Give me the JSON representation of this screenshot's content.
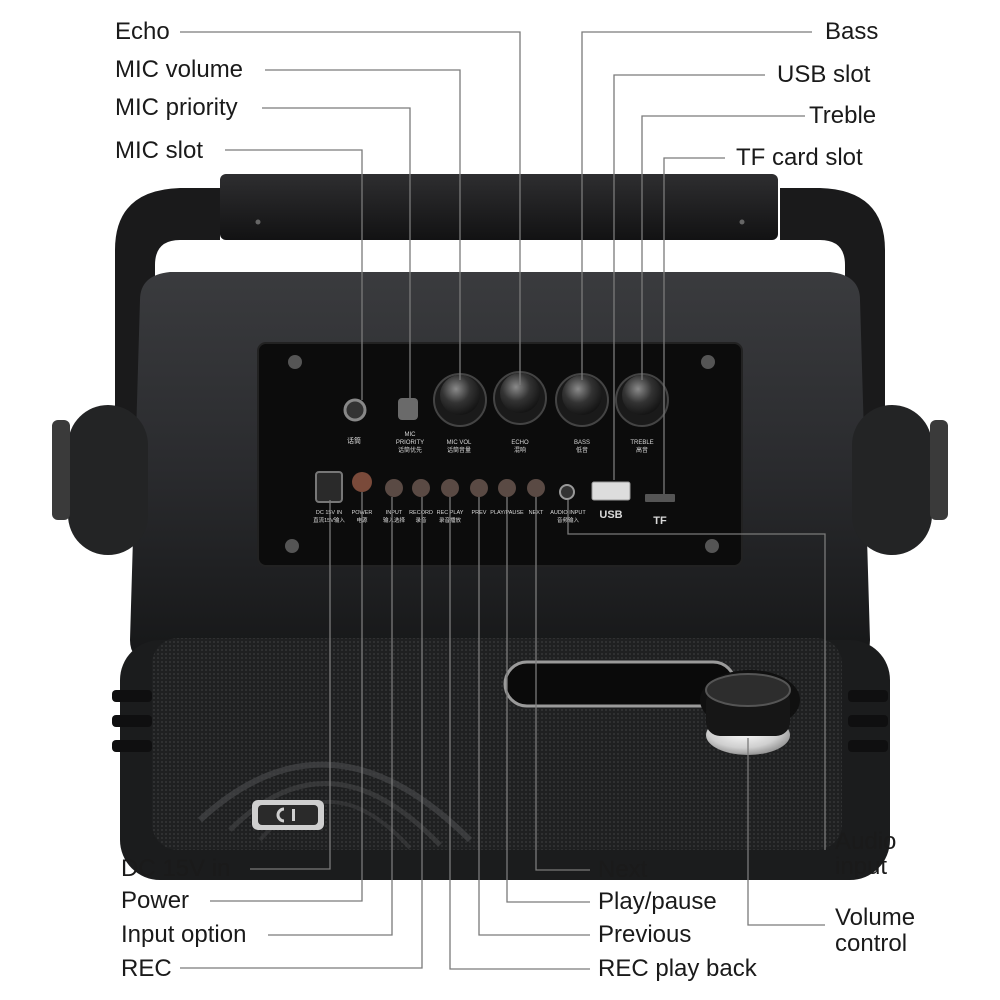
{
  "callouts": {
    "echo": "Echo",
    "mic_volume": "MIC volume",
    "mic_priority": "MIC priority",
    "mic_slot": "MIC slot",
    "bass": "Bass",
    "usb_slot": "USB slot",
    "treble": "Treble",
    "tf_card_slot": "TF card slot",
    "dc_in": "DC 15V in",
    "power": "Power",
    "input_option": "Input option",
    "rec": "REC",
    "next": "Next",
    "play_pause": "Play/pause",
    "previous": "Previous",
    "rec_play_back": "REC play back",
    "audio_input_1": "Audio",
    "audio_input_2": "input",
    "volume_control_1": "Volume",
    "volume_control_2": "control"
  },
  "panel": {
    "mic": "话筒",
    "mic_priority": "MIC",
    "mic_priority_2": "PRIORITY",
    "mic_priority_cn": "话筒优先",
    "mic_vol": "MIC VOL",
    "mic_vol_cn": "话筒音量",
    "echo": "ECHO",
    "echo_cn": "混响",
    "bass": "BASS",
    "bass_cn": "低音",
    "treble": "TREBLE",
    "treble_cn": "高音",
    "dc_in": "DC 15V IN",
    "dc_in_cn": "直流15V输入",
    "power": "POWER",
    "power_cn": "电源",
    "input": "INPUT",
    "input_cn": "输入选择",
    "record": "RECORD",
    "record_cn": "录音",
    "rec_play": "REC PLAY",
    "rec_play_cn": "录音播放",
    "prev": "PREV",
    "play_pause": "PLAY/PAUSE",
    "next": "NEXT",
    "audio_input": "AUDIO INPUT",
    "audio_input_cn": "音频输入",
    "usb": "USB",
    "tf": "TF"
  },
  "colors": {
    "body": "#2a2b2d",
    "panel": "#0d0d0d",
    "handle": "#1c1c1d",
    "grille": "#232425",
    "leader": "#7a7a7a"
  }
}
